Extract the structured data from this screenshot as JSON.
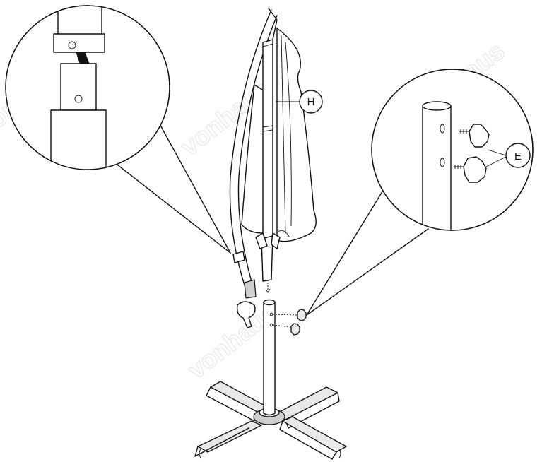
{
  "labels": {
    "part_h": "H",
    "part_e": "E"
  },
  "watermark": "vonhaus",
  "colors": {
    "line": "#111111",
    "fill_light": "#e9e9e9",
    "fill_dark": "#cfcfcf",
    "watermark": "#e6e6e6"
  }
}
